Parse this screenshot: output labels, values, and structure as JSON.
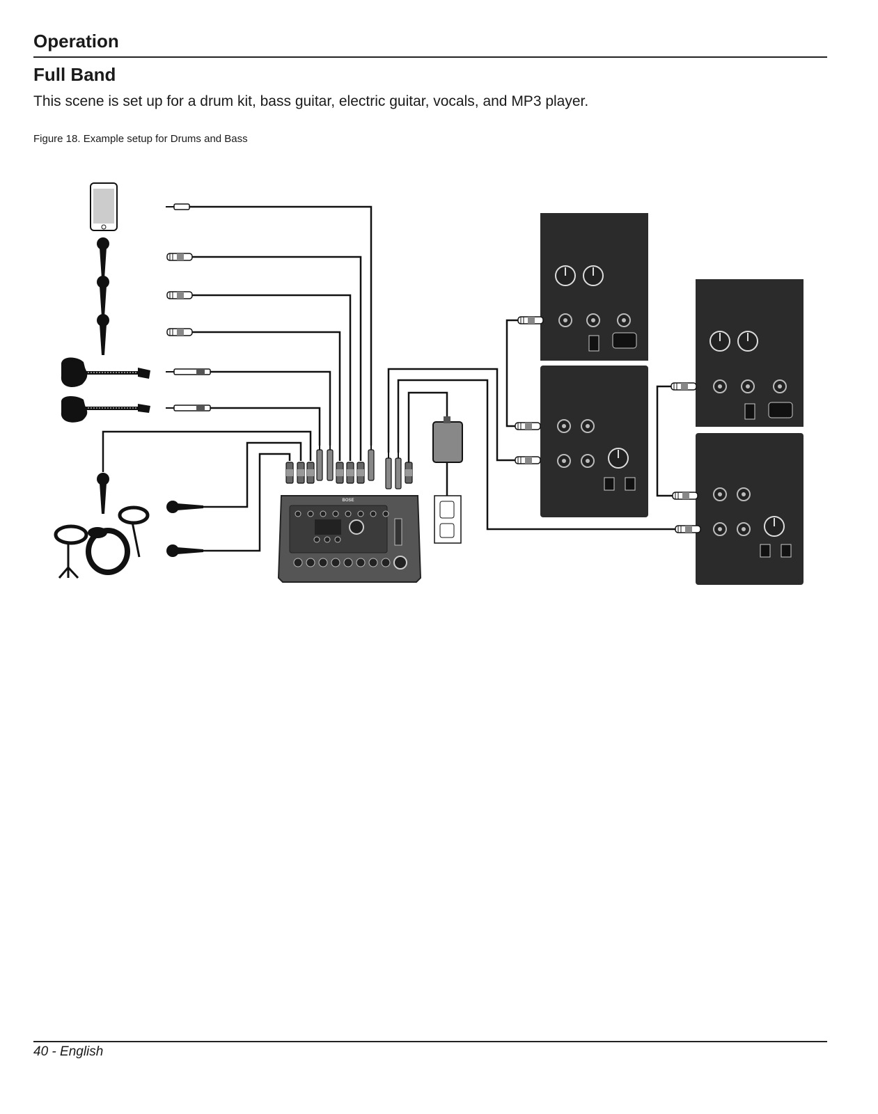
{
  "header": {
    "section_title": "Operation",
    "subsection_title": "Full Band",
    "intro": "This scene is set up for a drum kit, bass guitar, electric guitar, vocals, and MP3 player."
  },
  "figure": {
    "caption": "Figure 18. Example setup for Drums and Bass",
    "brand_logo": "BOSE"
  },
  "footer": {
    "page_label": "40 - English"
  },
  "colors": {
    "ink": "#1a1a1a",
    "panel": "#2b2b2b",
    "mixer": "#555555"
  }
}
